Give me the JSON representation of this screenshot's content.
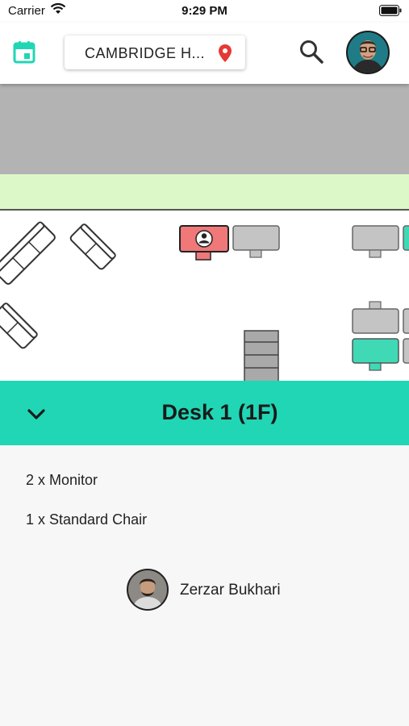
{
  "status_bar": {
    "carrier": "Carrier",
    "time": "9:29 PM"
  },
  "header": {
    "location": "CAMBRIDGE H...",
    "accent_color": "#20d6b5",
    "pin_color": "#e53935",
    "icons": [
      "calendar-icon",
      "location-pin-icon",
      "search-icon",
      "user-avatar"
    ]
  },
  "floor_plan": {
    "selected_desk_color": "#f07878",
    "available_desk_color": "#3fd9b6",
    "occupied_desk_color": "#c4c4c4"
  },
  "desk_panel": {
    "title": "Desk 1 (1F)",
    "equipment": [
      "2 x Monitor",
      "1 x Standard Chair"
    ],
    "occupant": {
      "name": "Zerzar Bukhari"
    }
  }
}
